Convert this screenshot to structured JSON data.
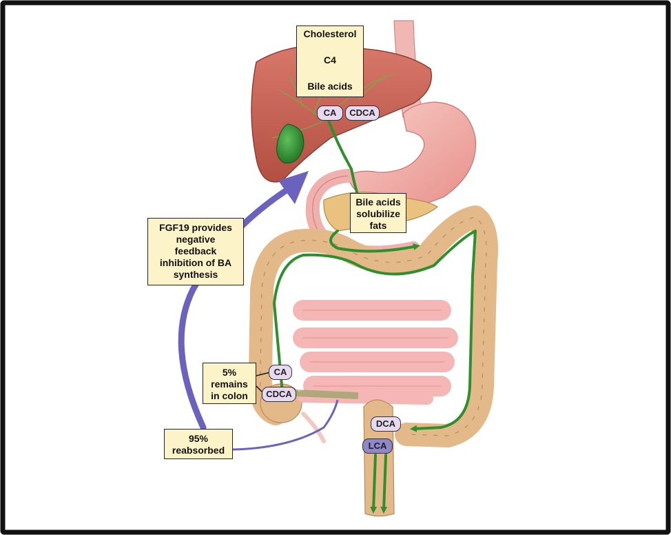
{
  "synthesis": {
    "line1": "Cholesterol",
    "line2": "C4",
    "line3": "Bile acids"
  },
  "liver_acids": {
    "ca": "CA",
    "cdca": "CDCA"
  },
  "solubilize": {
    "line1": "Bile acids",
    "line2": "solubilize",
    "line3": "fats"
  },
  "feedback": {
    "line1": "FGF19 provides",
    "line2": "negative",
    "line3": "feedback",
    "line4": "inhibition of BA",
    "line5": "synthesis"
  },
  "colon_remains": {
    "line1": "5%",
    "line2": "remains",
    "line3": "in colon"
  },
  "colon_acids": {
    "ca": "CA",
    "cdca": "CDCA"
  },
  "secondary_acids": {
    "dca": "DCA",
    "lca": "LCA"
  },
  "reabsorbed": {
    "line1": "95%",
    "line2": "reabsorbed"
  },
  "colors": {
    "frame": "#111111",
    "box_fill": "#fdf3c8",
    "bile_path": "#2f8f2f",
    "feedback_arrow": "#6a62bd",
    "liver": "#c4604f",
    "colon": "#e3b98a",
    "small_intestine": "#f4b7b5"
  }
}
